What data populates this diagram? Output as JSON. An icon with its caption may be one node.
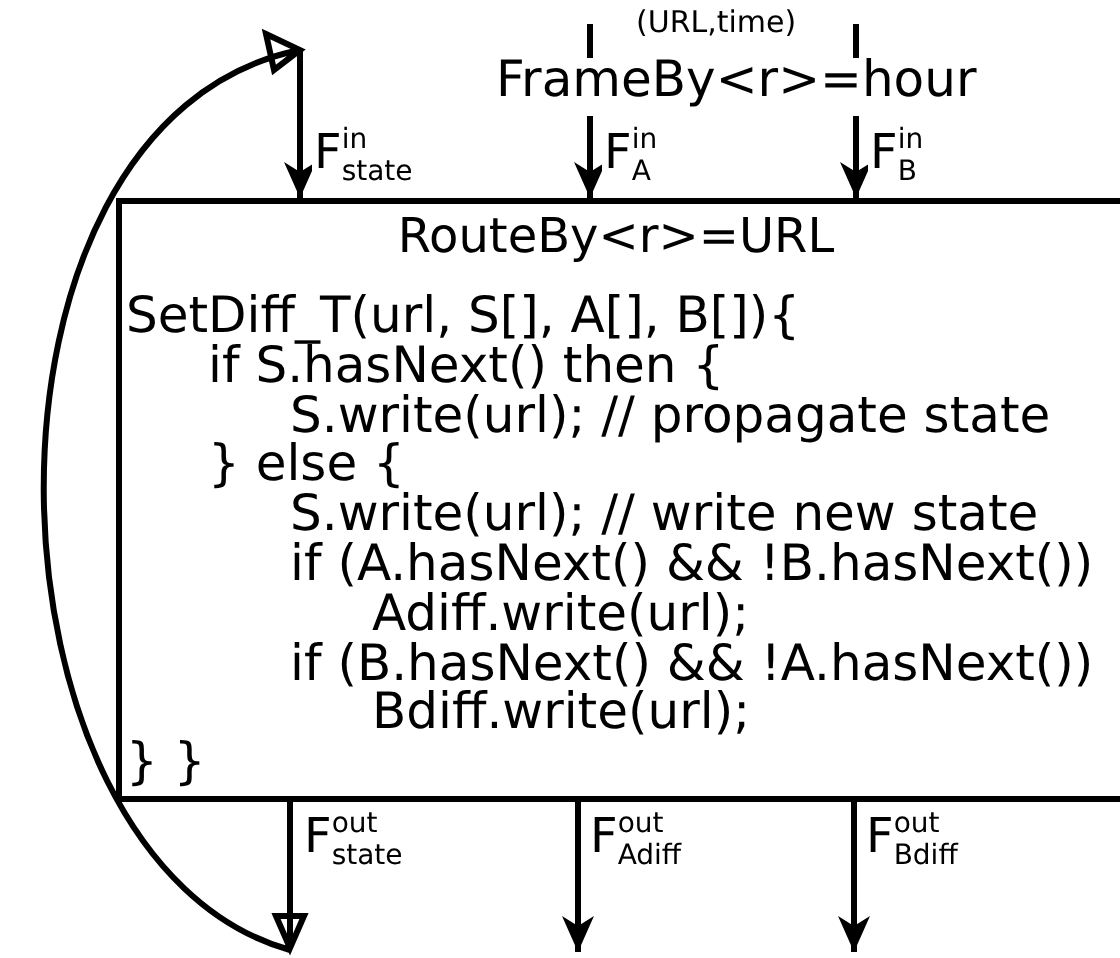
{
  "diagram": {
    "nodes": [
      {
        "text": [
          "RouteBy<r>=URL",
          "SetDiff_T(url, S[], A[], B[]){",
          "if S.hasNext() then {",
          "S.write(url); // propagate state",
          "} else {",
          "S.write(url); // write new state",
          "if (A.hasNext() && !B.hasNext())",
          "Adiff.write(url);",
          "if (B.hasNext() && !A.hasNext())",
          "Bdiff.write(url);",
          "} }"
        ]
      },
      {
        "text": [
          "FrameBy<r>=hour"
        ],
        "beside": [
          "(URL,time)"
        ]
      }
    ],
    "edges": [
      {
        "from": 0,
        "to": 0,
        "arrow": "to",
        "label": "F$^{in}$$_{state}$"
      },
      {
        "from": 1,
        "to": 0,
        "arrow": "to",
        "label": "F$^{in}$$_{A}$"
      },
      {
        "from": 1,
        "to": 0,
        "arrow": "to",
        "label": "F$^{in}$$_{B}$"
      },
      {
        "from": 0,
        "to": null,
        "arrow": "to",
        "label": "F$^{out}$$_{Adiff}$"
      },
      {
        "from": 0,
        "to": null,
        "arrow": "to",
        "label": "F$^{out}$$_{Bdiff}$"
      }
    ],
    "labels": [
      "F$^{out}$$_{state}$"
    ]
  }
}
